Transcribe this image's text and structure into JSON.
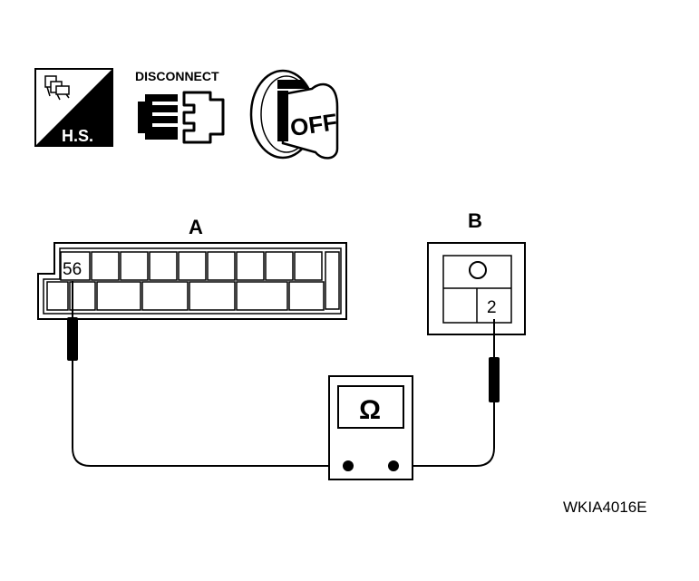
{
  "icons": {
    "hs": {
      "name": "hs-badge-icon",
      "text": "H.S."
    },
    "disconnect": {
      "name": "disconnect-connector-icon",
      "text": "DISCONNECT"
    },
    "ignition_off": {
      "name": "ignition-key-off-icon",
      "text": "OFF"
    }
  },
  "connector_a": {
    "label": "A",
    "terminal": "56"
  },
  "connector_b": {
    "label": "B",
    "terminal": "2"
  },
  "meter": {
    "symbol": "Ω"
  },
  "figure_id": "WKIA4016E"
}
